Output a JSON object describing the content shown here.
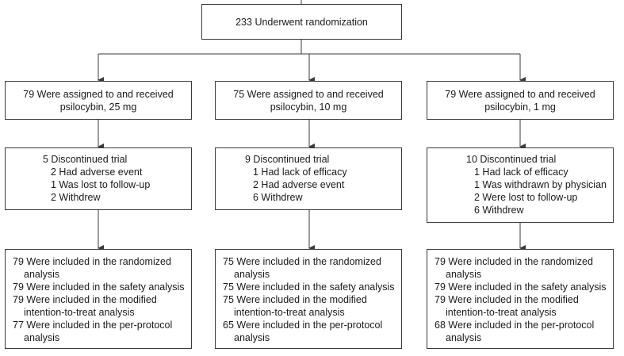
{
  "top": {
    "label": "233 Underwent randomization"
  },
  "arms": [
    {
      "assigned": [
        "79 Were assigned to and received",
        "psilocybin, 25 mg"
      ],
      "discontinued": {
        "title": "5 Discontinued trial",
        "items": [
          "2 Had adverse event",
          "1 Was lost to follow-up",
          "2 Withdrew"
        ]
      },
      "included": [
        [
          "79 Were included in the randomized",
          "analysis"
        ],
        [
          "79 Were included in the safety analysis"
        ],
        [
          "79 Were included in the modified",
          "intention-to-treat analysis"
        ],
        [
          "77 Were included in the per-protocol",
          "analysis"
        ]
      ]
    },
    {
      "assigned": [
        "75 Were assigned to and received",
        "psilocybin, 10 mg"
      ],
      "discontinued": {
        "title": "9 Discontinued trial",
        "items": [
          "1 Had lack of efficacy",
          "2 Had adverse event",
          "6 Withdrew"
        ]
      },
      "included": [
        [
          "75 Were included in the randomized",
          "analysis"
        ],
        [
          "75 Were included in the safety analysis"
        ],
        [
          "75 Were included in the modified",
          "intention-to-treat analysis"
        ],
        [
          "65 Were included in the per-protocol",
          "analysis"
        ]
      ]
    },
    {
      "assigned": [
        "79 Were assigned to and received",
        "psilocybin, 1 mg"
      ],
      "discontinued": {
        "title": "10 Discontinued trial",
        "items": [
          "1 Had lack of efficacy",
          "1 Was withdrawn by physician",
          "2 Were lost to follow-up",
          "6 Withdrew"
        ]
      },
      "included": [
        [
          "79 Were included in the randomized",
          "analysis"
        ],
        [
          "79 Were included in the safety analysis"
        ],
        [
          "79 Were included in the modified",
          "intention-to-treat analysis"
        ],
        [
          "68 Were included in the per-protocol",
          "analysis"
        ]
      ]
    }
  ]
}
